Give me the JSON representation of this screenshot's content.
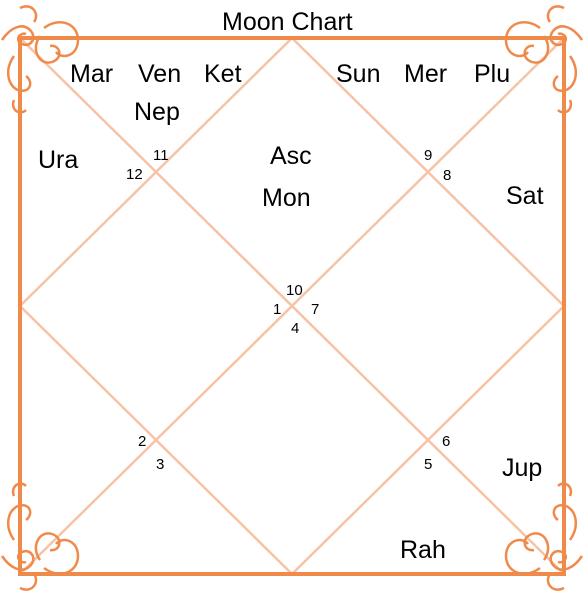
{
  "title": "Moon Chart",
  "colors": {
    "frame": "#f08a4b",
    "diagonals": "#f7c3a6",
    "text": "#000000"
  },
  "planets": {
    "mar": "Mar",
    "ven": "Ven",
    "ket": "Ket",
    "nep": "Nep",
    "sun": "Sun",
    "mer": "Mer",
    "plu": "Plu",
    "ura": "Ura",
    "asc": "Asc",
    "mon": "Mon",
    "sat": "Sat",
    "jup": "Jup",
    "rah": "Rah"
  },
  "house_numbers": {
    "h1": "1",
    "h2": "2",
    "h3": "3",
    "h4": "4",
    "h5": "5",
    "h6": "6",
    "h7": "7",
    "h8": "8",
    "h9": "9",
    "h10": "10",
    "h11": "11",
    "h12": "12"
  },
  "ornament_icons": [
    "corner-swirl-icon-top-left",
    "corner-swirl-icon-top-right",
    "corner-swirl-icon-bottom-left",
    "corner-swirl-icon-bottom-right"
  ]
}
